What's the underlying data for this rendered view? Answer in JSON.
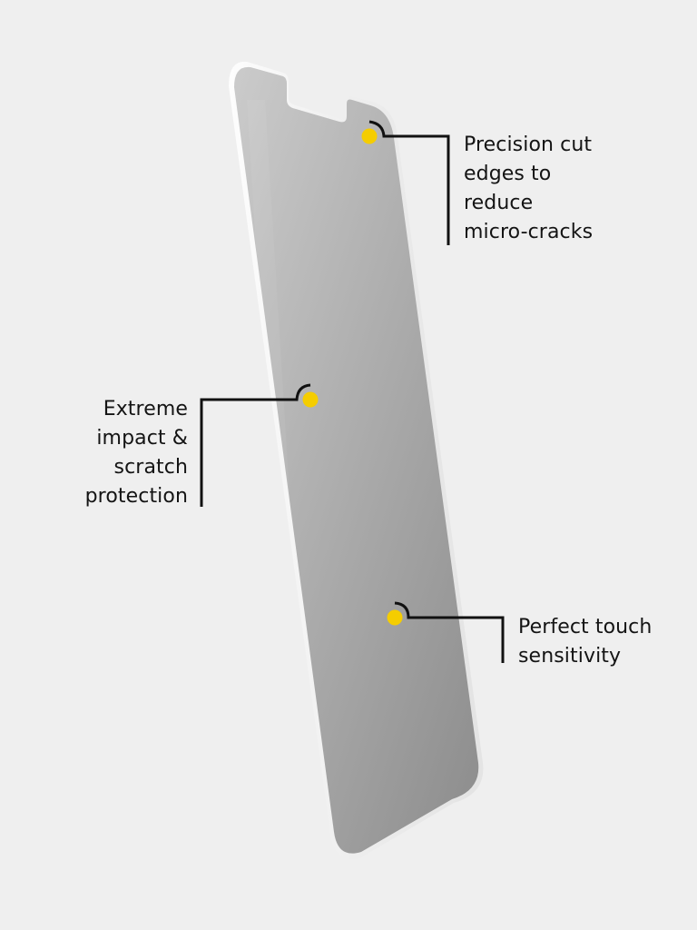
{
  "colors": {
    "background": "#efefef",
    "callout_dot": "#f5cd00",
    "callout_line": "#111111",
    "text": "#141414",
    "glass_light": "#c9c9c9",
    "glass_dark": "#8e8e8e"
  },
  "callouts": [
    {
      "lines": [
        "Precision cut",
        "edges to",
        "reduce",
        "micro-cracks"
      ]
    },
    {
      "lines": [
        "Extreme",
        "impact &",
        "scratch",
        "protection"
      ]
    },
    {
      "lines": [
        "Perfect touch",
        "sensitivity"
      ]
    }
  ]
}
